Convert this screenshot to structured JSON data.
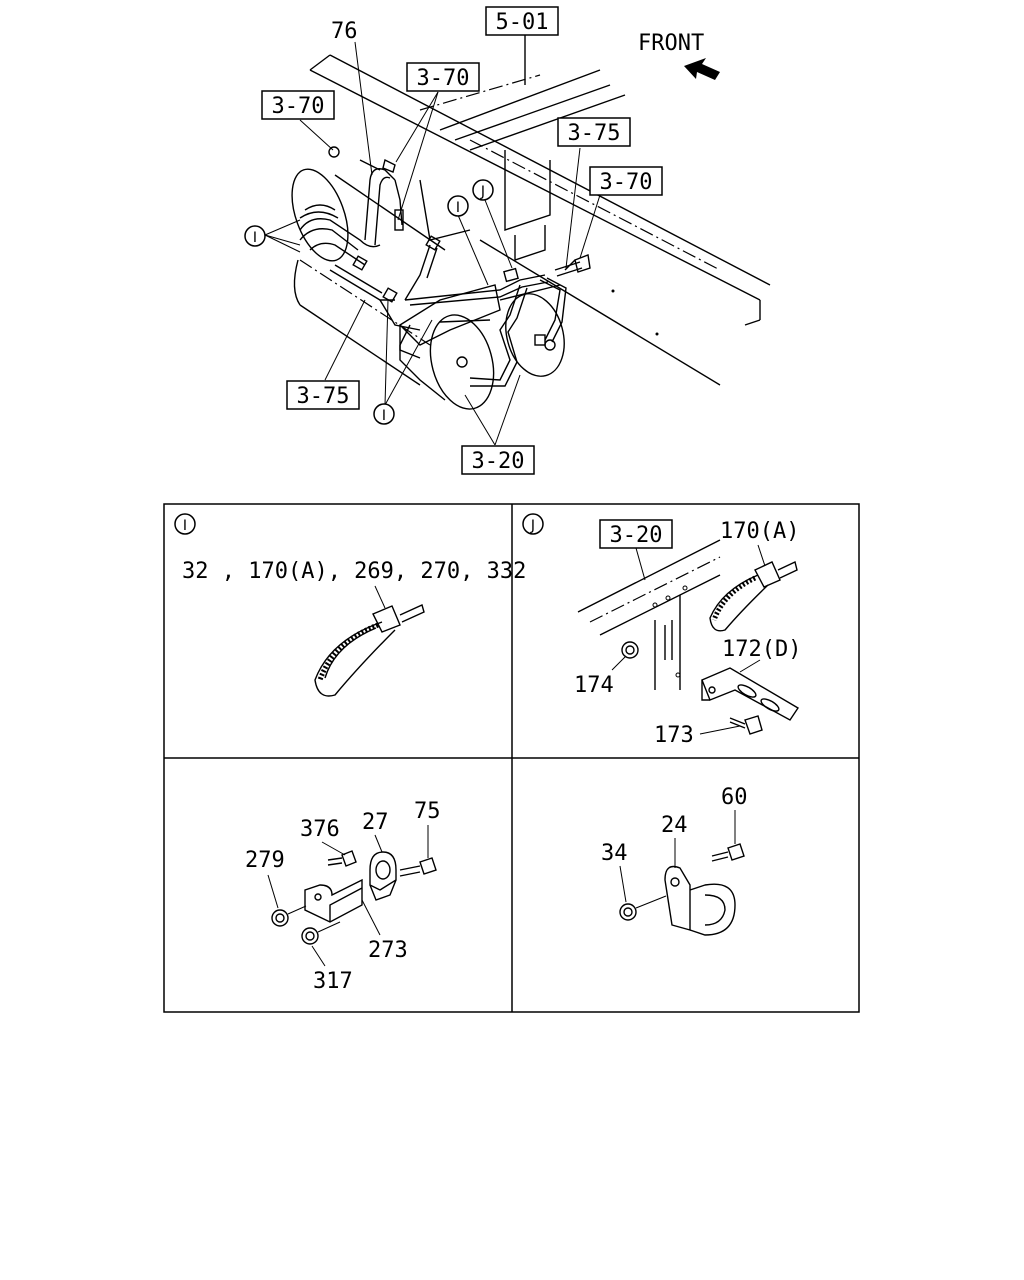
{
  "main": {
    "front_label": "FRONT",
    "callouts": {
      "c76": "76",
      "ref_5_01": "5-01",
      "ref_3_70_a": "3-70",
      "ref_3_70_b": "3-70",
      "ref_3_70_c": "3-70",
      "ref_3_75_a": "3-75",
      "ref_3_75_b": "3-75",
      "ref_3_20": "3-20"
    },
    "detail_markers": {
      "i1": "I",
      "i2": "I",
      "i3": "I",
      "j1": "J"
    }
  },
  "panels": {
    "panel_i": {
      "marker": "I",
      "label": "32 , 170(A), 269, 270, 332"
    },
    "panel_j": {
      "marker": "J",
      "ref": "3-20",
      "labels": {
        "p170": "170(A)",
        "p172": "172(D)",
        "p174": "174",
        "p173": "173"
      }
    },
    "panel_bl": {
      "labels": {
        "p376": "376",
        "p27": "27",
        "p75": "75",
        "p279": "279",
        "p273": "273",
        "p317": "317"
      }
    },
    "panel_br": {
      "labels": {
        "p60": "60",
        "p24": "24",
        "p34": "34"
      }
    }
  }
}
